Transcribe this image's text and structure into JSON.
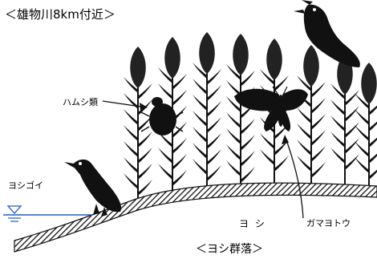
{
  "title": "＜雄物川8km付近＞",
  "caption": "＜ヨシ群落＞",
  "labels": {
    "hamushi": "ハムシ類",
    "yoshigoi": "ヨシゴイ",
    "yoshi": "ヨ シ",
    "gamayotou": "ガマヨトウ"
  },
  "colors": {
    "ink": "#111111",
    "water": "#1f5cc8"
  }
}
